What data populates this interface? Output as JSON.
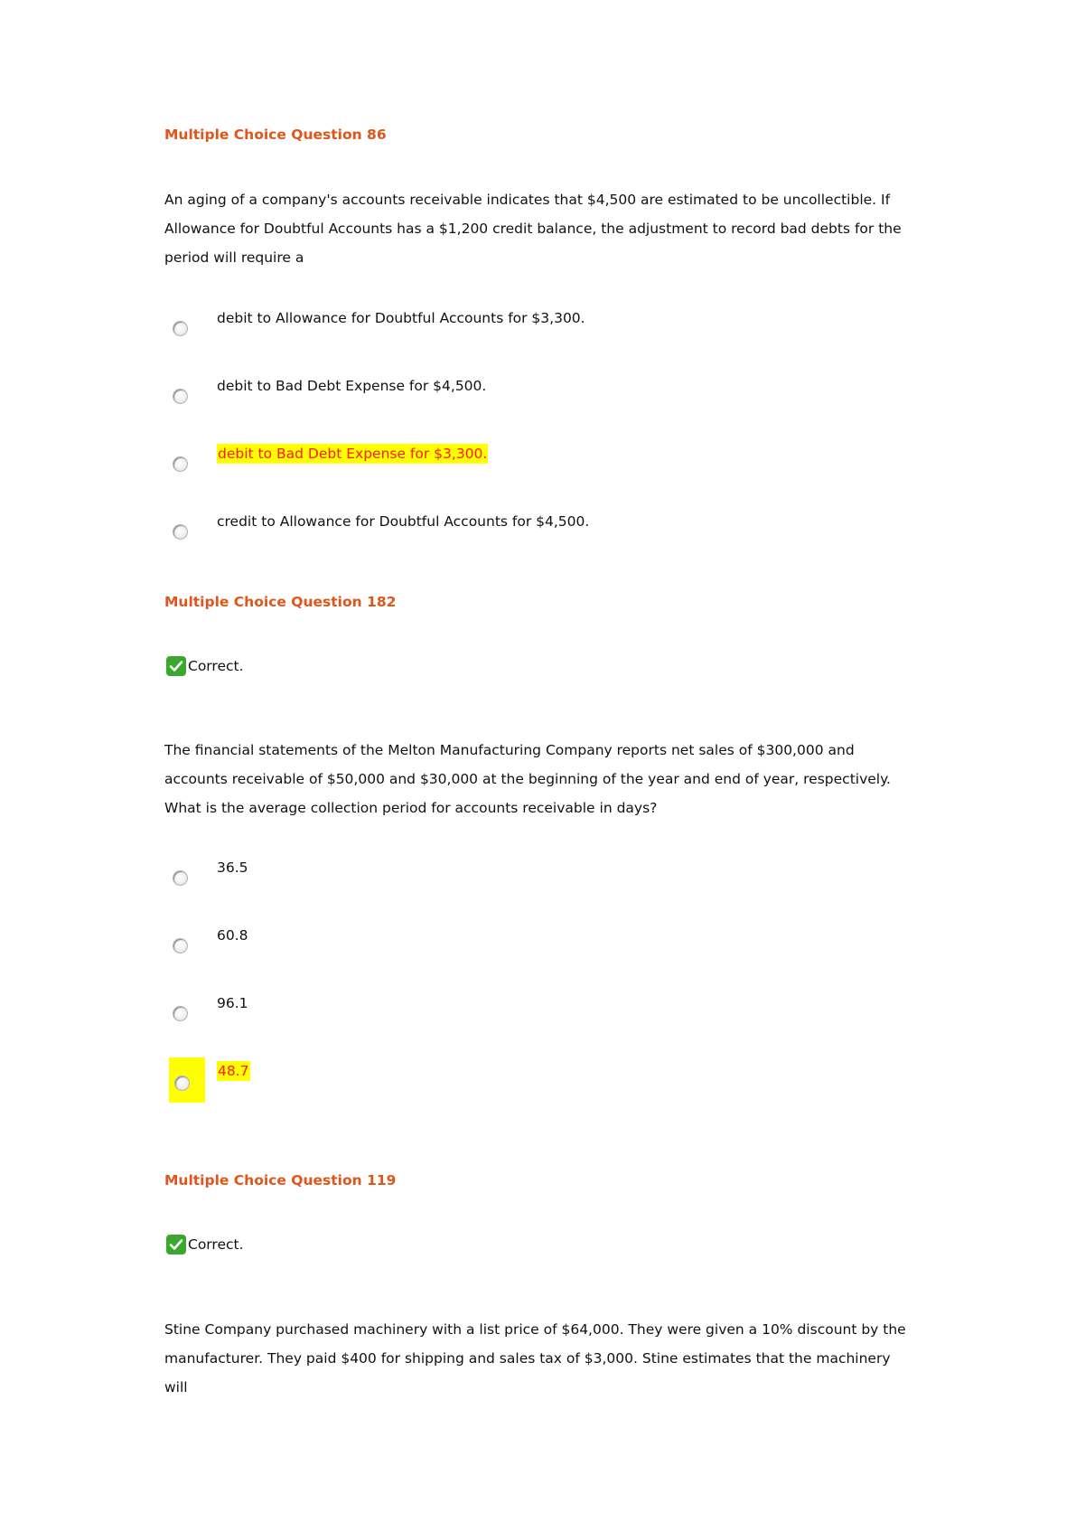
{
  "questions": [
    {
      "title": "Multiple Choice Question 86",
      "text": "An aging of a company's accounts receivable indicates that $4,500 are estimated to be uncollectible. If Allowance for Doubtful Accounts has a $1,200 credit balance, the adjustment to record bad debts for the period will require a",
      "options": [
        "debit to Allowance for Doubtful Accounts for $3,300.",
        "debit to Bad Debt Expense for $4,500.",
        "debit to Bad Debt Expense for $3,300.",
        "credit to Allowance for Doubtful Accounts for $4,500."
      ],
      "highlighted_option_index": 2,
      "highlight_color": "#ffff00",
      "highlight_text_color": "#ff1a1a"
    },
    {
      "title": "Multiple Choice Question 182",
      "status": "Correct.",
      "text": "The financial statements of the Melton Manufacturing Company reports net sales of $300,000 and accounts receivable of $50,000 and $30,000 at the beginning of the year and end of year, respectively. What is the average collection period for accounts receivable in days?",
      "options": [
        "36.5",
        "60.8",
        "96.1",
        "48.7"
      ],
      "highlighted_option_index": 3
    },
    {
      "title": "Multiple Choice Question 119",
      "status": "Correct.",
      "text": "Stine Company purchased machinery with a list price of $64,000. They were given a 10% discount by the manufacturer. They paid $400 for shipping and sales tax of $3,000. Stine estimates that the machinery will"
    }
  ],
  "colors": {
    "title": "#e0561a",
    "check": "#3aa82e"
  }
}
